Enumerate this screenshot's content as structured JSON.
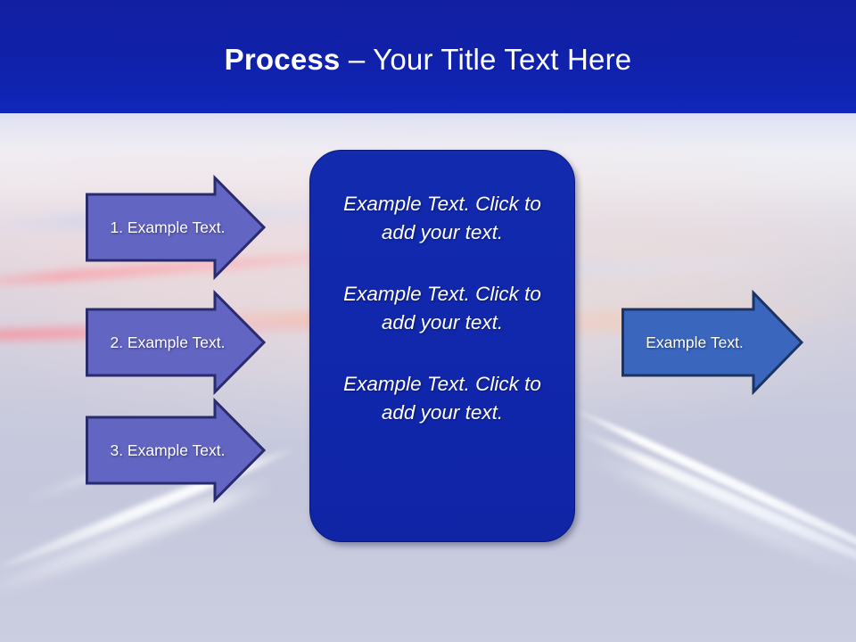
{
  "slide": {
    "title_strong": "Process",
    "title_rest": " – Your Title Text Here",
    "title_full": "Process – Your Title Text Here"
  },
  "colors": {
    "header_band": "#101fa6",
    "center_box_fill": "#1127ad",
    "center_box_border": "#0a1a74",
    "step_arrow_fill": "#6365c2",
    "step_arrow_border": "#2a2a6e",
    "output_arrow_fill": "#3a66be",
    "output_arrow_border": "#1b3464",
    "text": "#ffffff"
  },
  "steps": [
    {
      "label": "1. Example Text.",
      "name": "step-arrow-1"
    },
    {
      "label": "2. Example Text.",
      "name": "step-arrow-2"
    },
    {
      "label": "3. Example Text.",
      "name": "step-arrow-3"
    }
  ],
  "center": {
    "blocks": [
      "Example Text. Click  to add your text.",
      "Example Text. Click  to add your text.",
      "Example Text. Click  to add your text."
    ]
  },
  "output": {
    "label": "Example Text."
  }
}
